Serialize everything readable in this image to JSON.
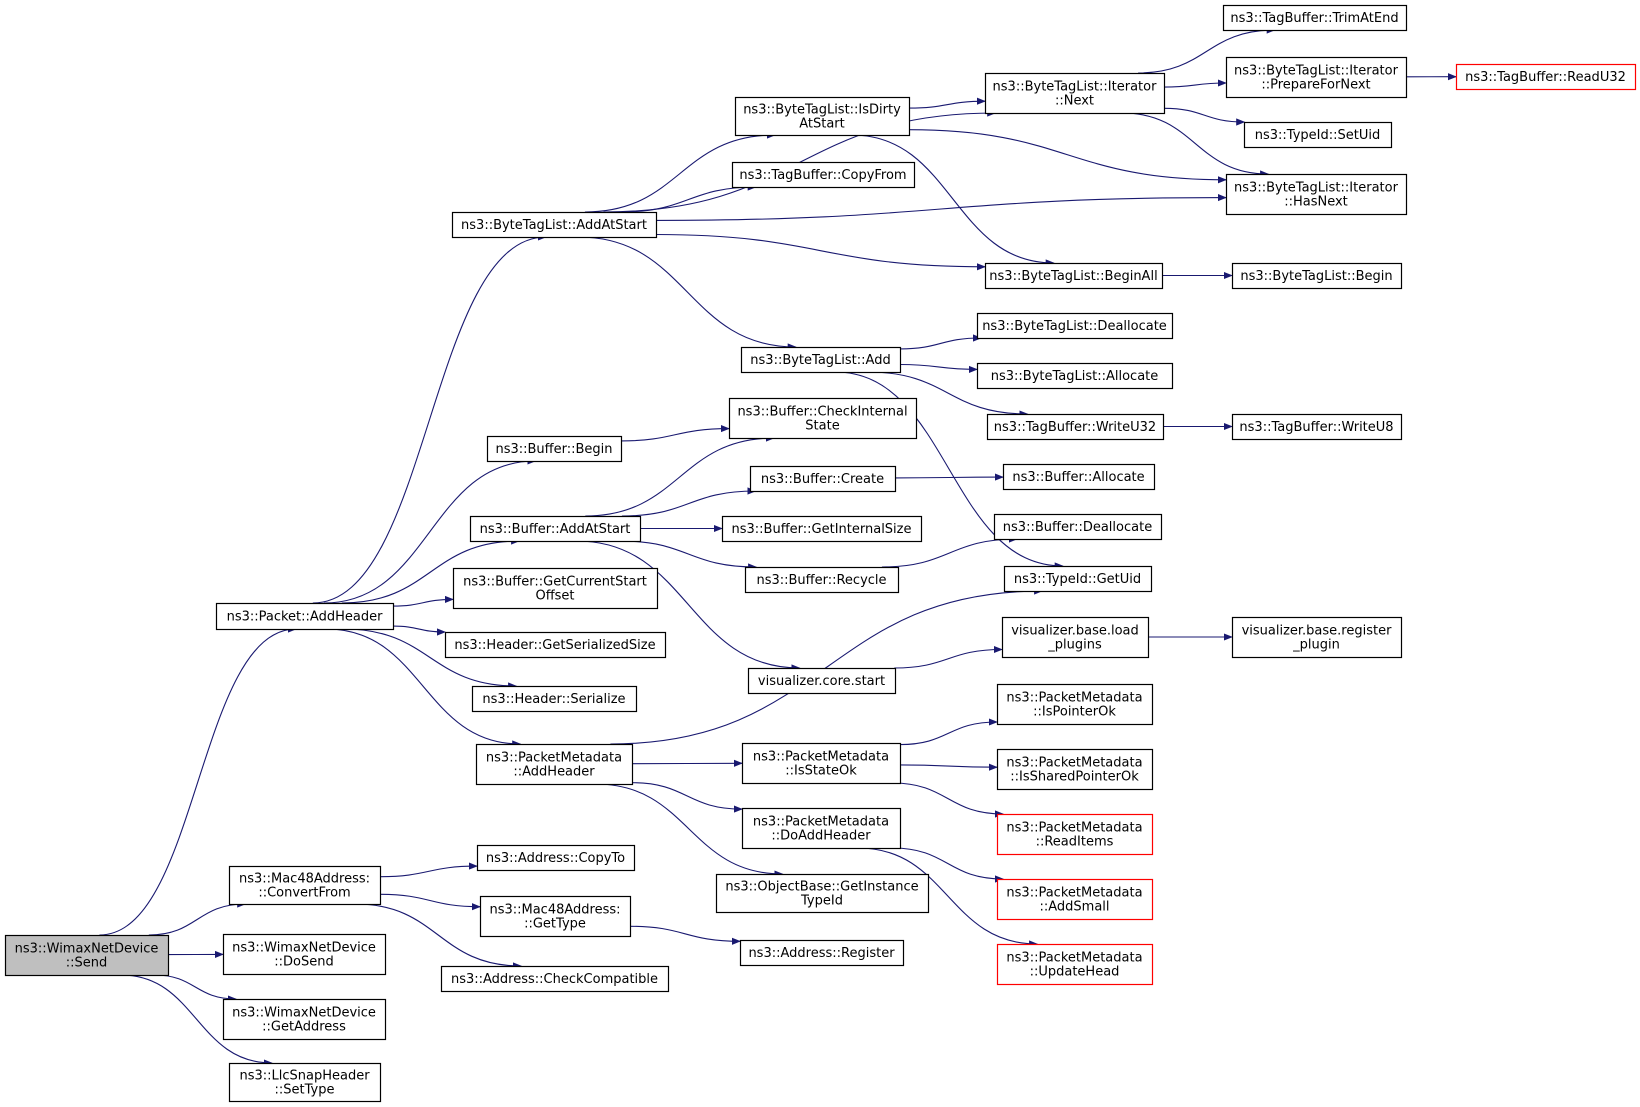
{
  "diagram": {
    "type": "call-graph",
    "edge_color": "#191970",
    "highlight_color": "#ff0000",
    "root_fill": "#bfbfbf",
    "nodes": [
      {
        "id": "send",
        "lines": [
          "ns3::WimaxNetDevice",
          "::Send"
        ],
        "style": "root"
      },
      {
        "id": "addheader",
        "lines": [
          "ns3::Packet::AddHeader"
        ]
      },
      {
        "id": "mac48convert",
        "lines": [
          "ns3::Mac48Address:",
          "::ConvertFrom"
        ]
      },
      {
        "id": "dosend",
        "lines": [
          "ns3::WimaxNetDevice",
          "::DoSend"
        ]
      },
      {
        "id": "getaddress",
        "lines": [
          "ns3::WimaxNetDevice",
          "::GetAddress"
        ]
      },
      {
        "id": "llcsettype",
        "lines": [
          "ns3::LlcSnapHeader",
          "::SetType"
        ]
      },
      {
        "id": "btl_addatstart",
        "lines": [
          "ns3::ByteTagList::AddAtStart"
        ]
      },
      {
        "id": "buf_begin",
        "lines": [
          "ns3::Buffer::Begin"
        ]
      },
      {
        "id": "buf_addatstart",
        "lines": [
          "ns3::Buffer::AddAtStart"
        ]
      },
      {
        "id": "buf_getcurstart",
        "lines": [
          "ns3::Buffer::GetCurrentStart",
          "Offset"
        ]
      },
      {
        "id": "hdr_getsize",
        "lines": [
          "ns3::Header::GetSerializedSize"
        ]
      },
      {
        "id": "hdr_serialize",
        "lines": [
          "ns3::Header::Serialize"
        ]
      },
      {
        "id": "pm_addheader",
        "lines": [
          "ns3::PacketMetadata",
          "::AddHeader"
        ]
      },
      {
        "id": "addr_copyto",
        "lines": [
          "ns3::Address::CopyTo"
        ]
      },
      {
        "id": "mac48_gettype",
        "lines": [
          "ns3::Mac48Address:",
          "::GetType"
        ]
      },
      {
        "id": "addr_checkcompat",
        "lines": [
          "ns3::Address::CheckCompatible"
        ]
      },
      {
        "id": "btl_isdirty",
        "lines": [
          "ns3::ByteTagList::IsDirty",
          "AtStart"
        ]
      },
      {
        "id": "tb_copyfrom",
        "lines": [
          "ns3::TagBuffer::CopyFrom"
        ]
      },
      {
        "id": "btl_add",
        "lines": [
          "ns3::ByteTagList::Add"
        ]
      },
      {
        "id": "buf_checkinternal",
        "lines": [
          "ns3::Buffer::CheckInternal",
          "State"
        ]
      },
      {
        "id": "buf_create",
        "lines": [
          "ns3::Buffer::Create"
        ]
      },
      {
        "id": "buf_getinternalsize",
        "lines": [
          "ns3::Buffer::GetInternalSize"
        ]
      },
      {
        "id": "buf_recycle",
        "lines": [
          "ns3::Buffer::Recycle"
        ]
      },
      {
        "id": "vis_core_start",
        "lines": [
          "visualizer.core.start"
        ]
      },
      {
        "id": "pm_isstateok",
        "lines": [
          "ns3::PacketMetadata",
          "::IsStateOk"
        ]
      },
      {
        "id": "pm_doaddheader",
        "lines": [
          "ns3::PacketMetadata",
          "::DoAddHeader"
        ]
      },
      {
        "id": "ob_getinstancetypeid",
        "lines": [
          "ns3::ObjectBase::GetInstance",
          "TypeId"
        ]
      },
      {
        "id": "addr_register",
        "lines": [
          "ns3::Address::Register"
        ]
      },
      {
        "id": "btl_iter_next",
        "lines": [
          "ns3::ByteTagList::Iterator",
          "::Next"
        ]
      },
      {
        "id": "btl_beginall",
        "lines": [
          "ns3::ByteTagList::BeginAll"
        ]
      },
      {
        "id": "btl_dealloc",
        "lines": [
          "ns3::ByteTagList::Deallocate"
        ]
      },
      {
        "id": "btl_alloc",
        "lines": [
          "ns3::ByteTagList::Allocate"
        ]
      },
      {
        "id": "tb_writeu32",
        "lines": [
          "ns3::TagBuffer::WriteU32"
        ]
      },
      {
        "id": "buf_allocate",
        "lines": [
          "ns3::Buffer::Allocate"
        ]
      },
      {
        "id": "buf_dealloc",
        "lines": [
          "ns3::Buffer::Deallocate"
        ]
      },
      {
        "id": "typeid_getuid",
        "lines": [
          "ns3::TypeId::GetUid"
        ]
      },
      {
        "id": "vis_loadplugins",
        "lines": [
          "visualizer.base.load",
          "_plugins"
        ]
      },
      {
        "id": "pm_ispointerok",
        "lines": [
          "ns3::PacketMetadata",
          "::IsPointerOk"
        ]
      },
      {
        "id": "pm_issharedpointerok",
        "lines": [
          "ns3::PacketMetadata",
          "::IsSharedPointerOk"
        ]
      },
      {
        "id": "pm_readitems",
        "lines": [
          "ns3::PacketMetadata",
          "::ReadItems"
        ],
        "style": "red"
      },
      {
        "id": "pm_addsmall",
        "lines": [
          "ns3::PacketMetadata",
          "::AddSmall"
        ],
        "style": "red"
      },
      {
        "id": "pm_updatehead",
        "lines": [
          "ns3::PacketMetadata",
          "::UpdateHead"
        ],
        "style": "red"
      },
      {
        "id": "tb_trimatend",
        "lines": [
          "ns3::TagBuffer::TrimAtEnd"
        ]
      },
      {
        "id": "btl_iter_preparefornext",
        "lines": [
          "ns3::ByteTagList::Iterator",
          "::PrepareForNext"
        ]
      },
      {
        "id": "typeid_setuid",
        "lines": [
          "ns3::TypeId::SetUid"
        ]
      },
      {
        "id": "btl_iter_hasnext",
        "lines": [
          "ns3::ByteTagList::Iterator",
          "::HasNext"
        ]
      },
      {
        "id": "btl_begin",
        "lines": [
          "ns3::ByteTagList::Begin"
        ]
      },
      {
        "id": "tb_writeu8",
        "lines": [
          "ns3::TagBuffer::WriteU8"
        ]
      },
      {
        "id": "vis_registerplugin",
        "lines": [
          "visualizer.base.register",
          "_plugin"
        ]
      },
      {
        "id": "tb_readu32",
        "lines": [
          "ns3::TagBuffer::ReadU32"
        ],
        "style": "red"
      }
    ],
    "edges": [
      [
        "send",
        "addheader"
      ],
      [
        "send",
        "mac48convert"
      ],
      [
        "send",
        "dosend"
      ],
      [
        "send",
        "getaddress"
      ],
      [
        "send",
        "llcsettype"
      ],
      [
        "addheader",
        "btl_addatstart"
      ],
      [
        "addheader",
        "buf_begin"
      ],
      [
        "addheader",
        "buf_addatstart"
      ],
      [
        "addheader",
        "buf_getcurstart"
      ],
      [
        "addheader",
        "hdr_getsize"
      ],
      [
        "addheader",
        "hdr_serialize"
      ],
      [
        "addheader",
        "pm_addheader"
      ],
      [
        "mac48convert",
        "addr_copyto"
      ],
      [
        "mac48convert",
        "mac48_gettype"
      ],
      [
        "mac48convert",
        "addr_checkcompat"
      ],
      [
        "mac48_gettype",
        "addr_register"
      ],
      [
        "btl_addatstart",
        "btl_iter_next"
      ],
      [
        "btl_addatstart",
        "btl_isdirty"
      ],
      [
        "btl_addatstart",
        "tb_copyfrom"
      ],
      [
        "btl_addatstart",
        "btl_iter_hasnext"
      ],
      [
        "btl_addatstart",
        "btl_beginall"
      ],
      [
        "btl_addatstart",
        "btl_add"
      ],
      [
        "btl_isdirty",
        "btl_iter_next"
      ],
      [
        "btl_isdirty",
        "btl_iter_hasnext"
      ],
      [
        "btl_isdirty",
        "btl_beginall"
      ],
      [
        "btl_iter_next",
        "tb_trimatend"
      ],
      [
        "btl_iter_next",
        "btl_iter_preparefornext"
      ],
      [
        "btl_iter_next",
        "typeid_setuid"
      ],
      [
        "btl_iter_next",
        "btl_iter_hasnext"
      ],
      [
        "btl_iter_preparefornext",
        "tb_readu32"
      ],
      [
        "btl_beginall",
        "btl_begin"
      ],
      [
        "btl_add",
        "btl_dealloc"
      ],
      [
        "btl_add",
        "btl_alloc"
      ],
      [
        "btl_add",
        "tb_writeu32"
      ],
      [
        "btl_add",
        "typeid_getuid"
      ],
      [
        "tb_writeu32",
        "tb_writeu8"
      ],
      [
        "buf_begin",
        "buf_checkinternal"
      ],
      [
        "buf_addatstart",
        "buf_checkinternal"
      ],
      [
        "buf_addatstart",
        "buf_create"
      ],
      [
        "buf_addatstart",
        "buf_getinternalsize"
      ],
      [
        "buf_addatstart",
        "buf_recycle"
      ],
      [
        "buf_addatstart",
        "vis_core_start"
      ],
      [
        "buf_create",
        "buf_allocate"
      ],
      [
        "buf_recycle",
        "buf_dealloc"
      ],
      [
        "vis_core_start",
        "vis_loadplugins"
      ],
      [
        "vis_loadplugins",
        "vis_registerplugin"
      ],
      [
        "pm_addheader",
        "typeid_getuid"
      ],
      [
        "pm_addheader",
        "pm_isstateok"
      ],
      [
        "pm_addheader",
        "pm_doaddheader"
      ],
      [
        "pm_addheader",
        "ob_getinstancetypeid"
      ],
      [
        "pm_isstateok",
        "pm_ispointerok"
      ],
      [
        "pm_isstateok",
        "pm_issharedpointerok"
      ],
      [
        "pm_isstateok",
        "pm_readitems"
      ],
      [
        "pm_doaddheader",
        "pm_addsmall"
      ],
      [
        "pm_doaddheader",
        "pm_updatehead"
      ]
    ]
  }
}
